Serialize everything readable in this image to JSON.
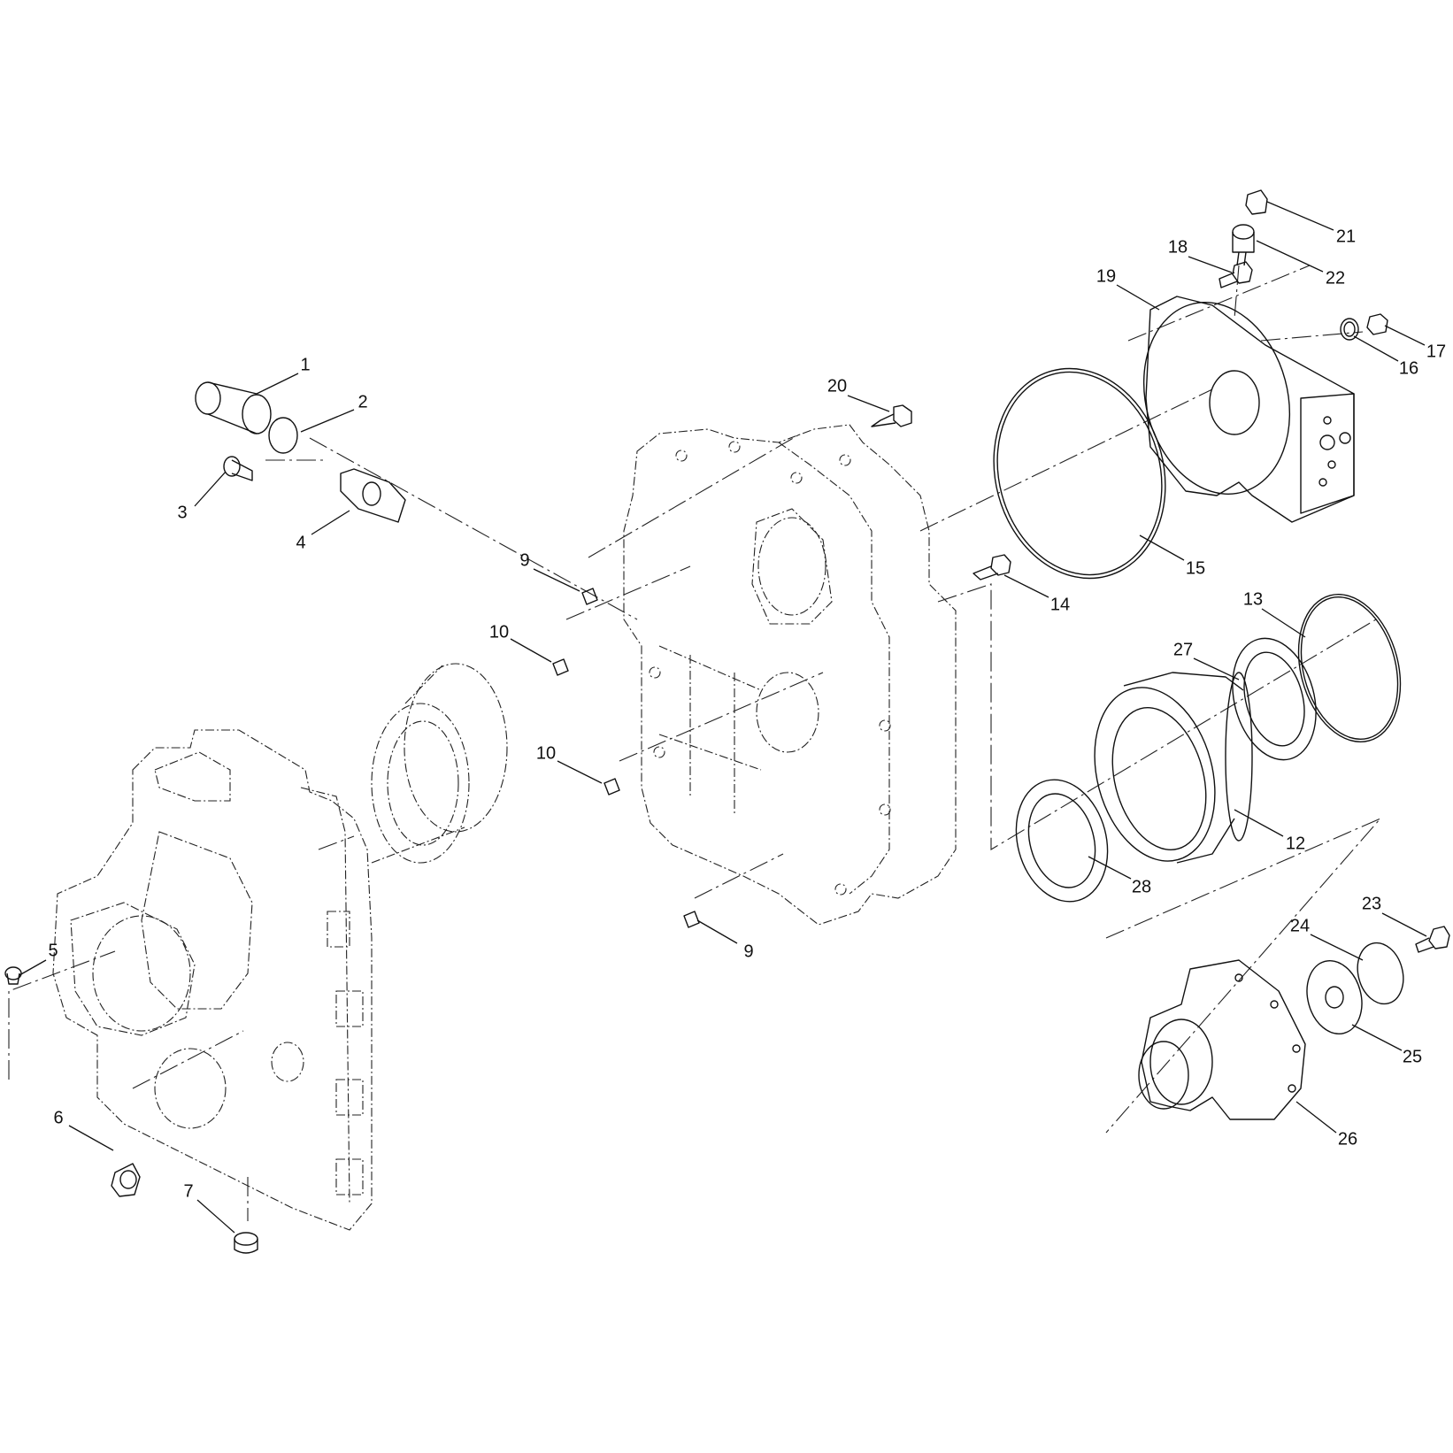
{
  "callouts": [
    {
      "id": "1",
      "label": "1"
    },
    {
      "id": "2",
      "label": "2"
    },
    {
      "id": "3",
      "label": "3"
    },
    {
      "id": "4",
      "label": "4"
    },
    {
      "id": "5",
      "label": "5"
    },
    {
      "id": "6",
      "label": "6"
    },
    {
      "id": "7",
      "label": "7"
    },
    {
      "id": "9a",
      "label": "9"
    },
    {
      "id": "9b",
      "label": "9"
    },
    {
      "id": "10a",
      "label": "10"
    },
    {
      "id": "10b",
      "label": "10"
    },
    {
      "id": "12",
      "label": "12"
    },
    {
      "id": "13",
      "label": "13"
    },
    {
      "id": "14",
      "label": "14"
    },
    {
      "id": "15",
      "label": "15"
    },
    {
      "id": "16",
      "label": "16"
    },
    {
      "id": "17",
      "label": "17"
    },
    {
      "id": "18",
      "label": "18"
    },
    {
      "id": "19",
      "label": "19"
    },
    {
      "id": "20",
      "label": "20"
    },
    {
      "id": "21",
      "label": "21"
    },
    {
      "id": "22",
      "label": "22"
    },
    {
      "id": "23",
      "label": "23"
    },
    {
      "id": "24",
      "label": "24"
    },
    {
      "id": "25",
      "label": "25"
    },
    {
      "id": "26",
      "label": "26"
    },
    {
      "id": "27",
      "label": "27"
    },
    {
      "id": "28",
      "label": "28"
    }
  ]
}
